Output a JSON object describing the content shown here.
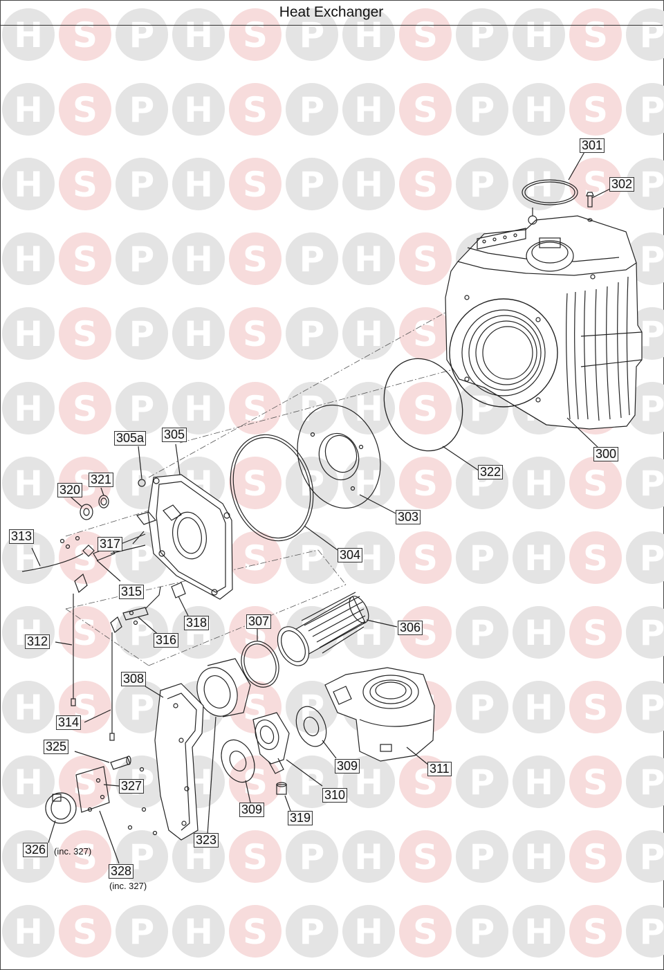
{
  "title": "Heat Exchanger",
  "watermark": {
    "letters": [
      "H",
      "S",
      "P"
    ],
    "colors": {
      "H": "#e4e4e4",
      "S": "#f7dcdc",
      "P": "#e4e4e4"
    }
  },
  "parts": [
    {
      "id": "p300",
      "label": "300"
    },
    {
      "id": "p301",
      "label": "301"
    },
    {
      "id": "p302",
      "label": "302"
    },
    {
      "id": "p303",
      "label": "303"
    },
    {
      "id": "p304",
      "label": "304"
    },
    {
      "id": "p305",
      "label": "305"
    },
    {
      "id": "p305a",
      "label": "305a"
    },
    {
      "id": "p306",
      "label": "306"
    },
    {
      "id": "p307",
      "label": "307"
    },
    {
      "id": "p308",
      "label": "308"
    },
    {
      "id": "p309a",
      "label": "309"
    },
    {
      "id": "p309b",
      "label": "309"
    },
    {
      "id": "p310",
      "label": "310"
    },
    {
      "id": "p311",
      "label": "311"
    },
    {
      "id": "p312",
      "label": "312"
    },
    {
      "id": "p313",
      "label": "313"
    },
    {
      "id": "p314",
      "label": "314"
    },
    {
      "id": "p315",
      "label": "315"
    },
    {
      "id": "p316",
      "label": "316"
    },
    {
      "id": "p317",
      "label": "317"
    },
    {
      "id": "p318",
      "label": "318"
    },
    {
      "id": "p319",
      "label": "319"
    },
    {
      "id": "p320",
      "label": "320"
    },
    {
      "id": "p321",
      "label": "321"
    },
    {
      "id": "p322",
      "label": "322"
    },
    {
      "id": "p323",
      "label": "323"
    },
    {
      "id": "p325",
      "label": "325"
    },
    {
      "id": "p326",
      "label": "326"
    },
    {
      "id": "p327",
      "label": "327"
    },
    {
      "id": "p328",
      "label": "328"
    }
  ],
  "notes": {
    "n326": "(inc. 327)",
    "n328": "(inc. 327)"
  }
}
